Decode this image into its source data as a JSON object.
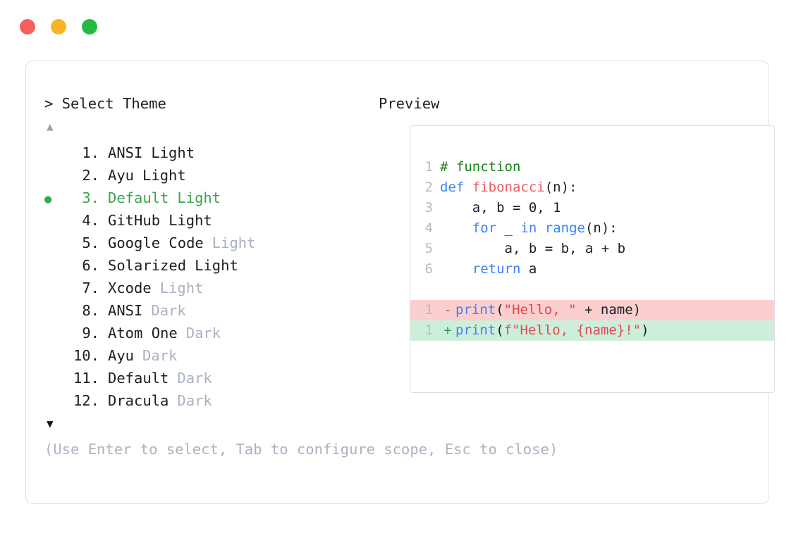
{
  "window": {
    "dots": [
      {
        "name": "close",
        "color": "#f4615b"
      },
      {
        "name": "minimize",
        "color": "#f5b526"
      },
      {
        "name": "zoom",
        "color": "#22bb44"
      }
    ]
  },
  "selector": {
    "caret": ">",
    "title": "Select Theme",
    "scroll_up": "▲",
    "scroll_down": "▼",
    "selected_index": 3,
    "items": [
      {
        "num": "1.",
        "marker": "",
        "name": "ANSI",
        "variant": "Light",
        "variant_dim": false,
        "selected": false
      },
      {
        "num": "2.",
        "marker": "",
        "name": "Ayu",
        "variant": "Light",
        "variant_dim": false,
        "selected": false
      },
      {
        "num": "3.",
        "marker": "●",
        "name": "Default",
        "variant": "Light",
        "variant_dim": false,
        "selected": true
      },
      {
        "num": "4.",
        "marker": "",
        "name": "GitHub",
        "variant": "Light",
        "variant_dim": false,
        "selected": false
      },
      {
        "num": "5.",
        "marker": "",
        "name": "Google Code",
        "variant": "Light",
        "variant_dim": true,
        "selected": false
      },
      {
        "num": "6.",
        "marker": "",
        "name": "Solarized",
        "variant": "Light",
        "variant_dim": false,
        "selected": false
      },
      {
        "num": "7.",
        "marker": "",
        "name": "Xcode",
        "variant": "Light",
        "variant_dim": true,
        "selected": false
      },
      {
        "num": "8.",
        "marker": "",
        "name": "ANSI",
        "variant": "Dark",
        "variant_dim": true,
        "selected": false
      },
      {
        "num": "9.",
        "marker": "",
        "name": "Atom One",
        "variant": "Dark",
        "variant_dim": true,
        "selected": false
      },
      {
        "num": "10.",
        "marker": "",
        "name": "Ayu",
        "variant": "Dark",
        "variant_dim": true,
        "selected": false
      },
      {
        "num": "11.",
        "marker": "",
        "name": "Default",
        "variant": "Dark",
        "variant_dim": true,
        "selected": false
      },
      {
        "num": "12.",
        "marker": "",
        "name": "Dracula",
        "variant": "Dark",
        "variant_dim": true,
        "selected": false
      }
    ]
  },
  "preview": {
    "heading": "Preview",
    "code_lines": [
      {
        "ln": "1",
        "tokens": [
          {
            "t": "# function",
            "c": "comment"
          }
        ]
      },
      {
        "ln": "2",
        "tokens": [
          {
            "t": "def ",
            "c": "keyword"
          },
          {
            "t": "fibonacci",
            "c": "func"
          },
          {
            "t": "(n):",
            "c": "plain"
          }
        ]
      },
      {
        "ln": "3",
        "tokens": [
          {
            "t": "    a, b = 0, 1",
            "c": "plain"
          }
        ]
      },
      {
        "ln": "4",
        "tokens": [
          {
            "t": "    ",
            "c": "plain"
          },
          {
            "t": "for",
            "c": "keyword"
          },
          {
            "t": " _ ",
            "c": "plain"
          },
          {
            "t": "in",
            "c": "keyword"
          },
          {
            "t": " ",
            "c": "plain"
          },
          {
            "t": "range",
            "c": "builtin"
          },
          {
            "t": "(n):",
            "c": "plain"
          }
        ]
      },
      {
        "ln": "5",
        "tokens": [
          {
            "t": "        a, b = b, a + b",
            "c": "plain"
          }
        ]
      },
      {
        "ln": "6",
        "tokens": [
          {
            "t": "    ",
            "c": "plain"
          },
          {
            "t": "return",
            "c": "keyword"
          },
          {
            "t": " a",
            "c": "plain"
          }
        ]
      }
    ],
    "diff_lines": [
      {
        "ln": "1",
        "sign": "-",
        "kind": "minus",
        "tokens": [
          {
            "t": "print",
            "c": "builtin"
          },
          {
            "t": "(",
            "c": "plain"
          },
          {
            "t": "\"Hello, \"",
            "c": "string"
          },
          {
            "t": " + name)",
            "c": "plain"
          }
        ]
      },
      {
        "ln": "1",
        "sign": "+",
        "kind": "plus",
        "tokens": [
          {
            "t": "print",
            "c": "builtin"
          },
          {
            "t": "(",
            "c": "plain"
          },
          {
            "t": "f\"Hello, {name}!\"",
            "c": "string"
          },
          {
            "t": ")",
            "c": "plain"
          }
        ]
      }
    ]
  },
  "footer": {
    "hint": "(Use Enter to select, Tab to configure scope, Esc to close)"
  },
  "colors": {
    "border": "#dcdfe6",
    "text": "#1c1e26",
    "dim": "#aab2c2",
    "accent_green": "#3fa34d",
    "diff_add_bg": "#cdeeda",
    "diff_del_bg": "#fbcfcf"
  }
}
